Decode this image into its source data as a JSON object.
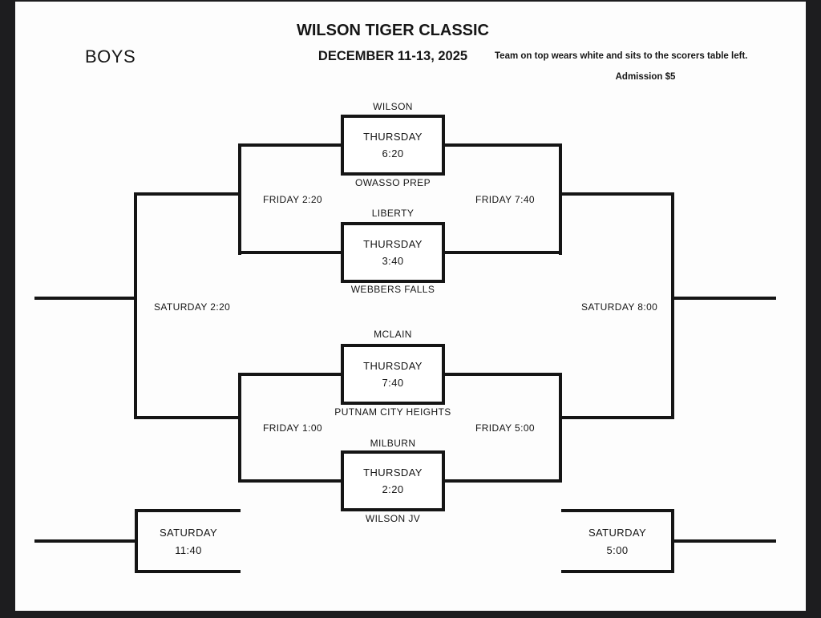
{
  "header": {
    "division": "BOYS",
    "title": "WILSON TIGER CLASSIC",
    "dates": "DECEMBER 11-13, 2025",
    "note": "Team on top wears white and sits to the scorers table left.",
    "admission": "Admission $5"
  },
  "bracket": {
    "games": [
      {
        "top_team": "WILSON",
        "bottom_team": "OWASSO PREP",
        "day": "THURSDAY",
        "time": "6:20"
      },
      {
        "top_team": "LIBERTY",
        "bottom_team": "WEBBERS FALLS",
        "day": "THURSDAY",
        "time": "3:40"
      },
      {
        "top_team": "MCLAIN",
        "bottom_team": "PUTNAM CITY HEIGHTS",
        "day": "THURSDAY",
        "time": "7:40"
      },
      {
        "top_team": "MILBURN",
        "bottom_team": "WILSON JV",
        "day": "THURSDAY",
        "time": "2:20"
      }
    ],
    "round_labels": {
      "left_semi_top": "FRIDAY 2:20",
      "left_semi_bottom": "FRIDAY 1:00",
      "right_semi_top": "FRIDAY 7:40",
      "right_semi_bottom": "FRIDAY 5:00",
      "left_final": "SATURDAY 2:20",
      "right_final": "SATURDAY 8:00"
    },
    "placement_games": {
      "left": {
        "day": "SATURDAY",
        "time": "11:40"
      },
      "right": {
        "day": "SATURDAY",
        "time": "5:00"
      }
    }
  },
  "colors": {
    "backdrop": "#1d1d1f",
    "page": "#fdfdfd",
    "ink": "#151515"
  }
}
